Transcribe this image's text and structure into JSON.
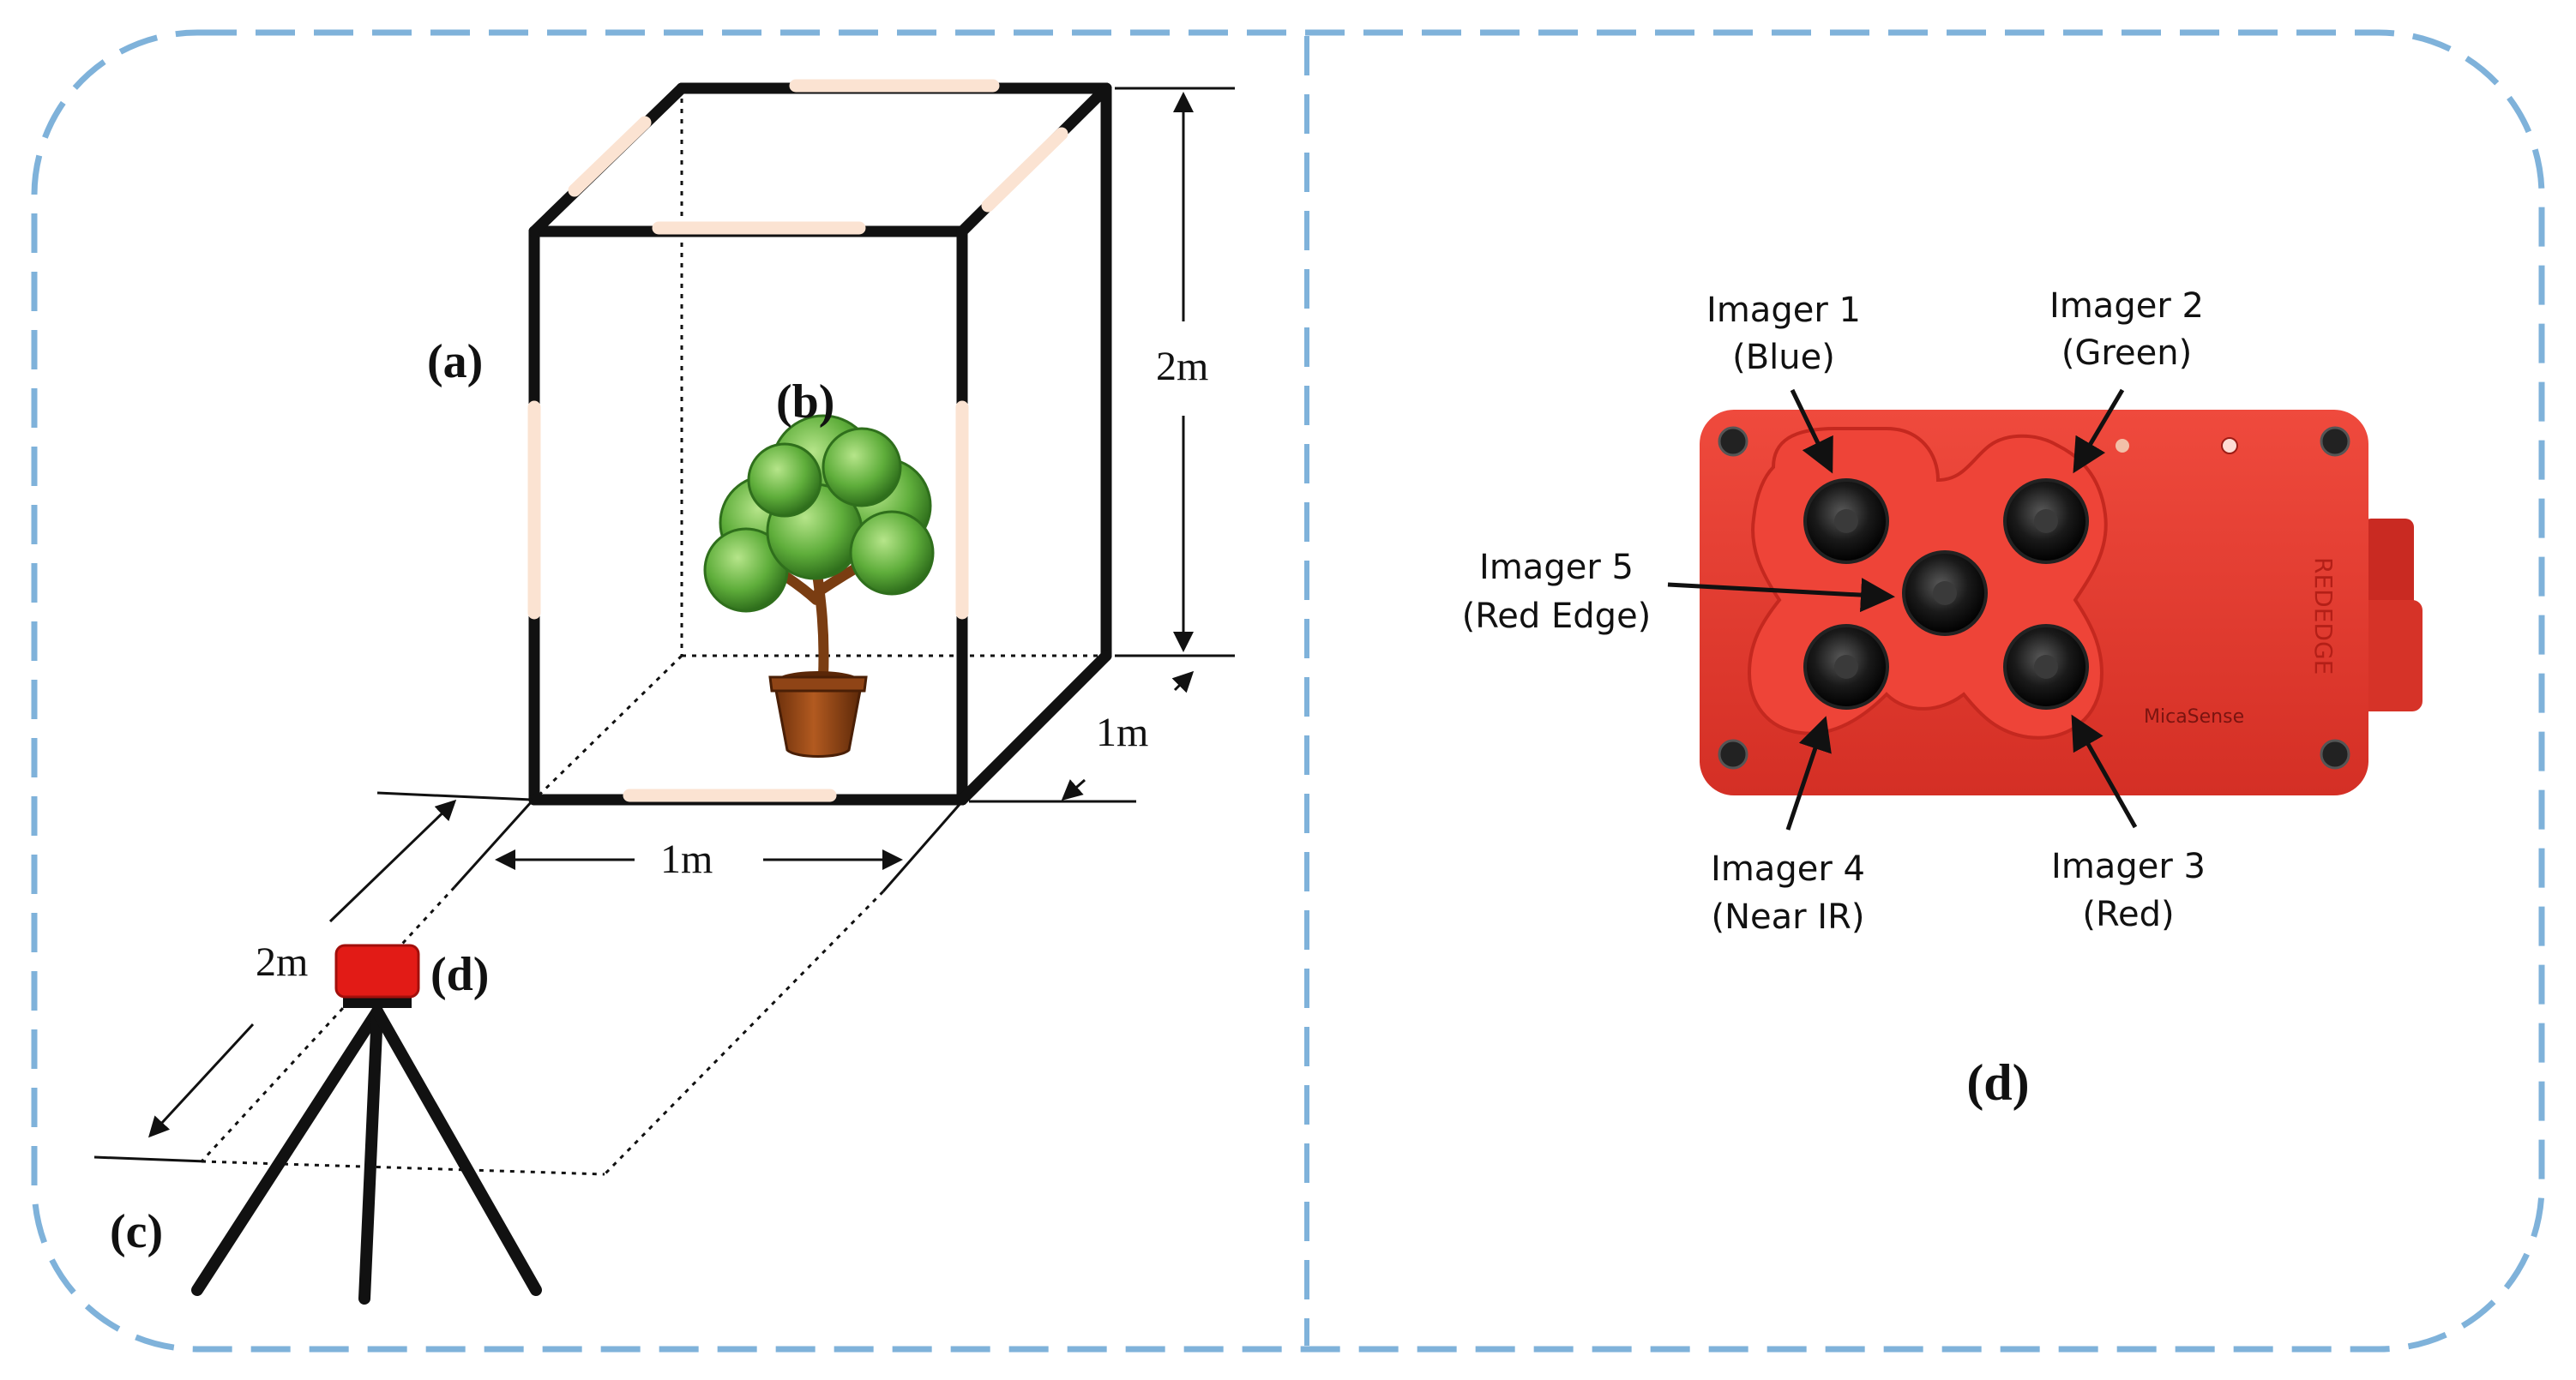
{
  "colors": {
    "border": "#7fb2da",
    "frame": "#111111",
    "light_strip": "#fbe3d2",
    "camera_red": "#e6392e",
    "camera_dark_red": "#c92a22",
    "tree_green": "#5fae3b",
    "trunk_brown": "#7a3d12",
    "pot_brown": "#9a4a17"
  },
  "left_panel": {
    "label_a": "(a)",
    "label_b": "(b)",
    "label_c": "(c)",
    "label_d": "(d)",
    "dim_height": "2m",
    "dim_depth": "1m",
    "dim_width": "1m",
    "dim_distance": "2m"
  },
  "right_panel": {
    "imager1": {
      "name": "Imager 1",
      "band": "(Blue)"
    },
    "imager2": {
      "name": "Imager 2",
      "band": "(Green)"
    },
    "imager3": {
      "name": "Imager 3",
      "band": "(Red)"
    },
    "imager4": {
      "name": "Imager 4",
      "band": "(Near IR)"
    },
    "imager5": {
      "name": "Imager 5",
      "band": "(Red Edge)"
    },
    "brand": "MicaSense",
    "side_text": "REDEDGE",
    "label_d": "(d)"
  }
}
